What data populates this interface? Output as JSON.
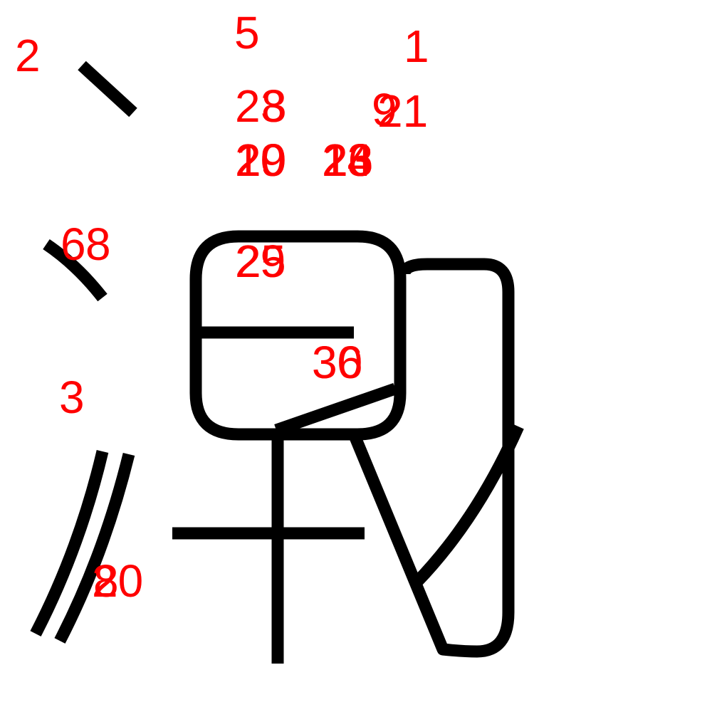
{
  "colors": {
    "stroke": "#000000",
    "label": "#ff0000",
    "background": "#ffffff"
  },
  "labels": [
    "1",
    "2",
    "3",
    "5",
    "6",
    "8",
    "20",
    "2",
    "8",
    "21",
    "9",
    "3",
    "8",
    "2",
    "2",
    "2",
    "5",
    "10",
    "29",
    "19",
    "20",
    "30",
    "3",
    "6",
    "14",
    "23",
    "26",
    "13"
  ]
}
